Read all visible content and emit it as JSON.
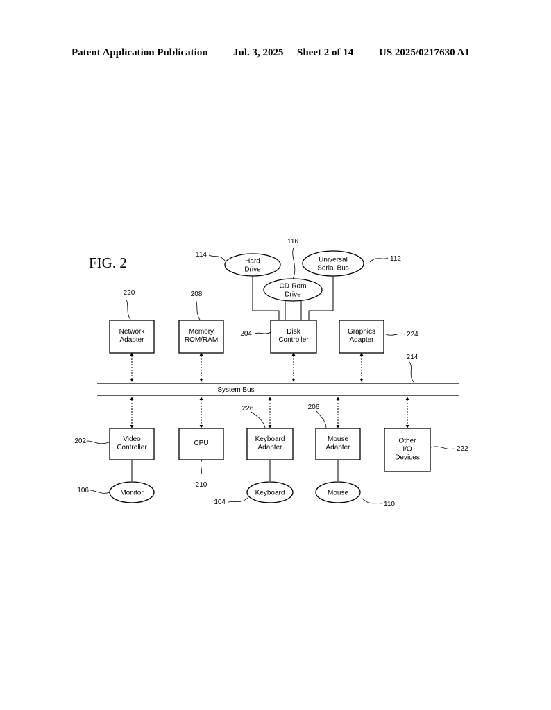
{
  "header": {
    "publication": "Patent Application Publication",
    "date": "Jul. 3, 2025",
    "sheet": "Sheet 2 of 14",
    "number": "US 2025/0217630 A1"
  },
  "figure": {
    "label": "FIG. 2",
    "bus": {
      "label": "System Bus",
      "ref": "214"
    },
    "ovals": [
      {
        "id": "hard-drive",
        "lines": [
          "Hard",
          "Drive"
        ],
        "ref": "114"
      },
      {
        "id": "cd-rom-drive",
        "lines": [
          "CD-Rom",
          "Drive"
        ],
        "ref": "116"
      },
      {
        "id": "universal-serial-bus",
        "lines": [
          "Universal",
          "Serial Bus"
        ],
        "ref": "112"
      },
      {
        "id": "monitor",
        "lines": [
          "Monitor"
        ],
        "ref": "106"
      },
      {
        "id": "keyboard",
        "lines": [
          "Keyboard"
        ],
        "ref": "104"
      },
      {
        "id": "mouse",
        "lines": [
          "Mouse"
        ],
        "ref": "110"
      }
    ],
    "boxes": [
      {
        "id": "network-adapter",
        "lines": [
          "Network",
          "Adapter"
        ],
        "ref": "220"
      },
      {
        "id": "memory",
        "lines": [
          "Memory",
          "ROM/RAM"
        ],
        "ref": "208"
      },
      {
        "id": "disk-controller",
        "lines": [
          "Disk",
          "Controller"
        ],
        "ref": "204"
      },
      {
        "id": "graphics-adapter",
        "lines": [
          "Graphics",
          "Adapter"
        ],
        "ref": "224"
      },
      {
        "id": "video-controller",
        "lines": [
          "Video",
          "Controller"
        ],
        "ref": "202"
      },
      {
        "id": "cpu",
        "lines": [
          "CPU"
        ],
        "ref": "210"
      },
      {
        "id": "keyboard-adapter",
        "lines": [
          "Keyboard",
          "Adapter"
        ],
        "ref": "226"
      },
      {
        "id": "mouse-adapter",
        "lines": [
          "Mouse",
          "Adapter"
        ],
        "ref": "206"
      },
      {
        "id": "other-io-devices",
        "lines": [
          "Other",
          "I/O",
          "Devices"
        ],
        "ref": "222"
      }
    ]
  }
}
